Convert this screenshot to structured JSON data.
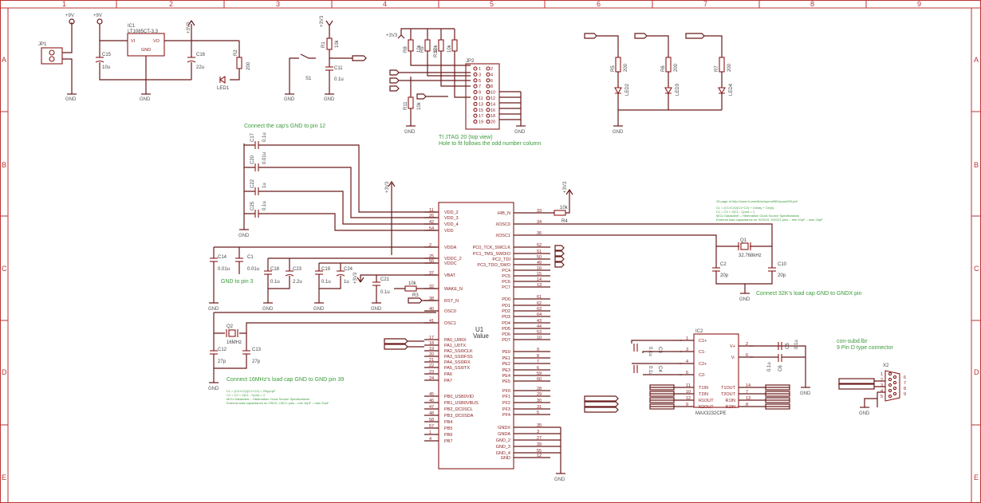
{
  "grid": {
    "cols": [
      "1",
      "2",
      "3",
      "4",
      "5",
      "6",
      "7",
      "8",
      "9"
    ],
    "rows": [
      "A",
      "B",
      "C",
      "D",
      "E"
    ]
  },
  "power": {
    "p9v_a": "+9V",
    "p9v_b": "+9V",
    "p3v3_a": "+3V3",
    "p3v3_b": "+3V3",
    "p3v3_c": "+3V3",
    "p3v3_d": "+3V3",
    "p3v3_e": "+3V3",
    "p3v3_f": "+3V3",
    "gnd": "GND"
  },
  "components": {
    "jp1": "JP1",
    "ic1": "IC1",
    "ic1_value": "LT1085CT-3.3",
    "ic1_vi": "VI",
    "ic1_vo": "VO",
    "ic1_gnd": "GND",
    "c15": "C15",
    "c15_v": "10u",
    "c16": "C16",
    "c16_v": "22u",
    "r2": "R2",
    "r2_v": "200",
    "led1": "LED1",
    "r1": "R1",
    "r1_v": "10k",
    "s1": "S1",
    "c11": "C11",
    "c11_v": "0.1u",
    "r8": "R8",
    "r9": "R9",
    "r10": "R10",
    "r11": "R11",
    "r_v10k": "10k",
    "jp2": "JP2",
    "r5": "R5",
    "r6": "R6",
    "r7": "R7",
    "r_v200": "200",
    "led2": "LED2",
    "led3": "LED3",
    "led4": "LED4",
    "c17": "C17",
    "c20": "C20",
    "c22": "C22",
    "c25": "C25",
    "v01u": "0.1u",
    "v001u": "0.01u",
    "v1u": "1u",
    "c14": "C14",
    "c1": "C1",
    "c18": "C18",
    "c23": "C23",
    "c19": "C19",
    "c24": "C24",
    "c21": "C21",
    "v22u": "2.2u",
    "r3": "R3",
    "r4": "R4",
    "q2": "Q2",
    "q2_v": "16MHz",
    "c12": "C12",
    "c13": "C13",
    "v27p": "27p",
    "q1": "Q1",
    "q1_v": "32.768kHz",
    "c2": "C2",
    "c10": "C10",
    "v20p": "20p",
    "u1": "U1",
    "u1_v": "Value",
    "ic2": "IC2",
    "ic2_v": "MAX3232CPE",
    "c3": "C3",
    "c4": "C4",
    "c5": "C5",
    "c6": "C6",
    "x2": "X2"
  },
  "jtag_pins_left": [
    "1",
    "3",
    "5",
    "7",
    "9",
    "11",
    "13",
    "15",
    "17",
    "19"
  ],
  "jtag_pins_right": [
    "2",
    "4",
    "6",
    "8",
    "10",
    "12",
    "14",
    "16",
    "18",
    "20"
  ],
  "u1_left": [
    {
      "n": "11",
      "s": "VDD_2"
    },
    {
      "n": "26",
      "s": "VDD_3"
    },
    {
      "n": "42",
      "s": "VDD_4"
    },
    {
      "n": "54",
      "s": "VDD"
    },
    {
      "n": "2",
      "s": "VDDA"
    },
    {
      "n": "25",
      "s": "VDDC_2"
    },
    {
      "n": "56",
      "s": "VDDC"
    },
    {
      "n": "37",
      "s": "VBAT"
    },
    {
      "n": "32",
      "s": "WAKE_N"
    },
    {
      "n": "38",
      "s": "RST_N"
    },
    {
      "n": "40",
      "s": "OSC0"
    },
    {
      "n": "41",
      "s": "OSC1"
    },
    {
      "n": "17",
      "s": "PA0_U0RX"
    },
    {
      "n": "18",
      "s": "PA1_U0TX"
    },
    {
      "n": "19",
      "s": "PA2_SSI0CLK"
    },
    {
      "n": "20",
      "s": "PA3_SSI0FSS"
    },
    {
      "n": "21",
      "s": "PA4_SSI0RX"
    },
    {
      "n": "22",
      "s": "PA5_SSI0TX"
    },
    {
      "n": "23",
      "s": "PA6"
    },
    {
      "n": "24",
      "s": "PA7"
    },
    {
      "n": "45",
      "s": "PB0_USB0VID"
    },
    {
      "n": "46",
      "s": "PB1_USB0VBUS"
    },
    {
      "n": "47",
      "s": "PB2_I2C0SCL"
    },
    {
      "n": "48",
      "s": "PB3_I2C0SDA"
    },
    {
      "n": "58",
      "s": "PB4"
    },
    {
      "n": "57",
      "s": "PB5"
    },
    {
      "n": "1",
      "s": "PB6"
    },
    {
      "n": "4",
      "s": "PB7"
    }
  ],
  "u1_right": [
    {
      "n": "33",
      "s": "HIB_N"
    },
    {
      "n": "34",
      "s": "XOSC0"
    },
    {
      "n": "36",
      "s": "XOSC1"
    },
    {
      "n": "52",
      "s": "PC0_TCK_SWCLK"
    },
    {
      "n": "51",
      "s": "PC1_TMS_SWDIO"
    },
    {
      "n": "50",
      "s": "PC2_TDI"
    },
    {
      "n": "49",
      "s": "PC3_TDO_SWO"
    },
    {
      "n": "16",
      "s": "PC4"
    },
    {
      "n": "15",
      "s": "PC5"
    },
    {
      "n": "14",
      "s": "PC6"
    },
    {
      "n": "13",
      "s": "PC7"
    },
    {
      "n": "61",
      "s": "PD0"
    },
    {
      "n": "62",
      "s": "PD1"
    },
    {
      "n": "63",
      "s": "PD2"
    },
    {
      "n": "64",
      "s": "PD3"
    },
    {
      "n": "43",
      "s": "PD4"
    },
    {
      "n": "44",
      "s": "PD5"
    },
    {
      "n": "53",
      "s": "PD6"
    },
    {
      "n": "10",
      "s": "PD7"
    },
    {
      "n": "9",
      "s": "PE0"
    },
    {
      "n": "8",
      "s": "PE1"
    },
    {
      "n": "7",
      "s": "PE2"
    },
    {
      "n": "6",
      "s": "PE3"
    },
    {
      "n": "59",
      "s": "PE4"
    },
    {
      "n": "60",
      "s": "PE5"
    },
    {
      "n": "28",
      "s": "PF0"
    },
    {
      "n": "29",
      "s": "PF1"
    },
    {
      "n": "30",
      "s": "PF2"
    },
    {
      "n": "31",
      "s": "PF3"
    },
    {
      "n": "5",
      "s": "PF4"
    },
    {
      "n": "35",
      "s": "GNDX"
    },
    {
      "n": "3",
      "s": "GNDA"
    },
    {
      "n": "27",
      "s": "GND_2"
    },
    {
      "n": "39",
      "s": "GND_3"
    },
    {
      "n": "55",
      "s": "GND_4"
    },
    {
      "n": "12",
      "s": "GND"
    }
  ],
  "ic2_left": [
    {
      "n": "1",
      "s": "C1+"
    },
    {
      "n": "3",
      "s": "C1-"
    },
    {
      "n": "4",
      "s": "C2+"
    },
    {
      "n": "5",
      "s": "C2-"
    },
    {
      "n": "11",
      "s": "T1IN"
    },
    {
      "n": "10",
      "s": "T2IN"
    },
    {
      "n": "12",
      "s": "R1OUT"
    },
    {
      "n": "9",
      "s": "R2OUT"
    }
  ],
  "ic2_right": [
    {
      "n": "2",
      "s": "V+"
    },
    {
      "n": "6",
      "s": "V-"
    },
    {
      "n": "14",
      "s": "T1OUT"
    },
    {
      "n": "7",
      "s": "T2OUT"
    },
    {
      "n": "13",
      "s": "R1IN"
    },
    {
      "n": "8",
      "s": "R2IN"
    }
  ],
  "x2_pins": [
    "1",
    "2",
    "3",
    "4",
    "5",
    "6",
    "7",
    "8",
    "9"
  ],
  "notes": {
    "caps_gnd": "Connect the cap's GND to pin 12",
    "jtag1": "TI JTAG 20 (top view)",
    "jtag2": "Hole to fit follows the odd number column",
    "gnd_pin3": "GND to pin 3",
    "load32k": "Connect 32K's load cap GND to GNDX pin",
    "load16m": "Connect 16MHz's load cap GND to GND pin 39",
    "dsub1": "con-subd.lbr",
    "dsub2": "9 Pin D type connector",
    "small32k": [
      "28 page of http://www.ti.com/lit/an/spma059/spma059.pdf",
      "CL = (C1×C2)/(C1+C2) + Cstray + Cin(s)",
      "C1 = C2 = 2(CL - Cpar) = 2",
      "MCU Datasheet – Hibernation Clock Source Specifications",
      "External load capacitance on XOSC0, XOSC1 pins – min 10pF – max 24pF"
    ],
    "small16m": [
      "CL = (C1×C2)/(C1+C2) = 29/pp/pF",
      "C1 = C2 = 2(CL - Cpar) = 2",
      "MCU Datasheet – Hibernation Clock Source Specifications",
      "External load capacitance on OSC0, OSC1 pins – min 10pF – max 24pF"
    ]
  }
}
